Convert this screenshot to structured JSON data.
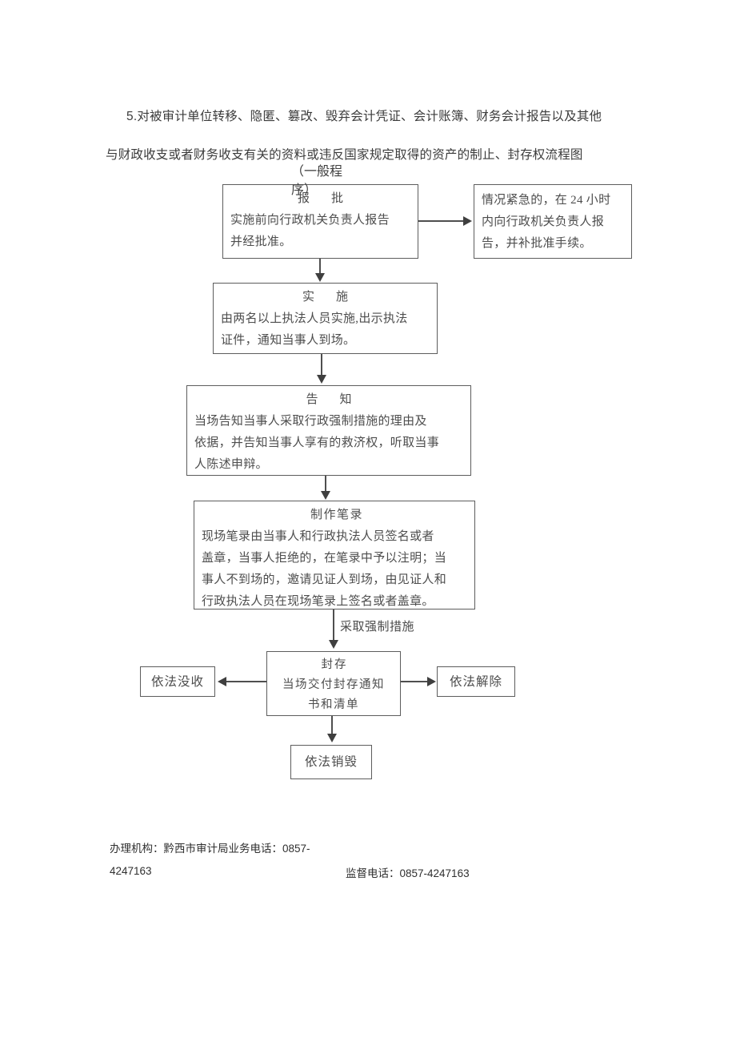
{
  "document": {
    "heading_line1": "5.对被审计单位转移、隐匿、篡改、毁弃会计凭证、会计账簿、财务会计报告以及其他",
    "heading_line2": "与财政收支或者财务收支有关的资料或违反国家规定取得的资产的制止、封存权流程图",
    "subtitle_line1": "（一般程",
    "subtitle_line2": "序）"
  },
  "flow": {
    "approval": {
      "title": "报　批",
      "body_line1": "实施前向行政机关负责人报告",
      "body_line2": "并经批准。"
    },
    "urgent": {
      "body_line1": "情况紧急的，在 24 小时",
      "body_line2": "内向行政机关负责人报",
      "body_line3": "告，并补批准手续。"
    },
    "implement": {
      "title": "实　施",
      "body_line1": "由两名以上执法人员实施,出示执法",
      "body_line2": "证件，通知当事人到场。"
    },
    "inform": {
      "title": "告　知",
      "body_line1": "当场告知当事人采取行政强制措施的理由及",
      "body_line2": "依据，并告知当事人享有的救济权，听取当事",
      "body_line3": "人陈述申辩。"
    },
    "record": {
      "title": "制作笔录",
      "body_line1": "现场笔录由当事人和行政执法人员签名或者",
      "body_line2": "盖章，当事人拒绝的，在笔录中予以注明；当",
      "body_line3": "事人不到场的，邀请见证人到场，由见证人和",
      "body_line4": "行政执法人员在现场笔录上签名或者盖章。"
    },
    "seal": {
      "title": "封存",
      "body_line1": "当场交付封存通知",
      "body_line2": "书和清单"
    },
    "confiscate": {
      "label": "依法没收"
    },
    "release": {
      "label": "依法解除"
    },
    "destroy": {
      "label": "依法销毁"
    },
    "edge_label_coercive": "采取强制措施"
  },
  "footer": {
    "left_line1": "办理机构：黔西市审计局业务电话：0857-",
    "left_line2": "4247163",
    "right_line1": "监督电话：0857-4247163"
  },
  "colors": {
    "box_border": "#5d5d5d",
    "text": "#4a4a4a",
    "line": "#4f4f4f",
    "background": "#ffffff"
  }
}
